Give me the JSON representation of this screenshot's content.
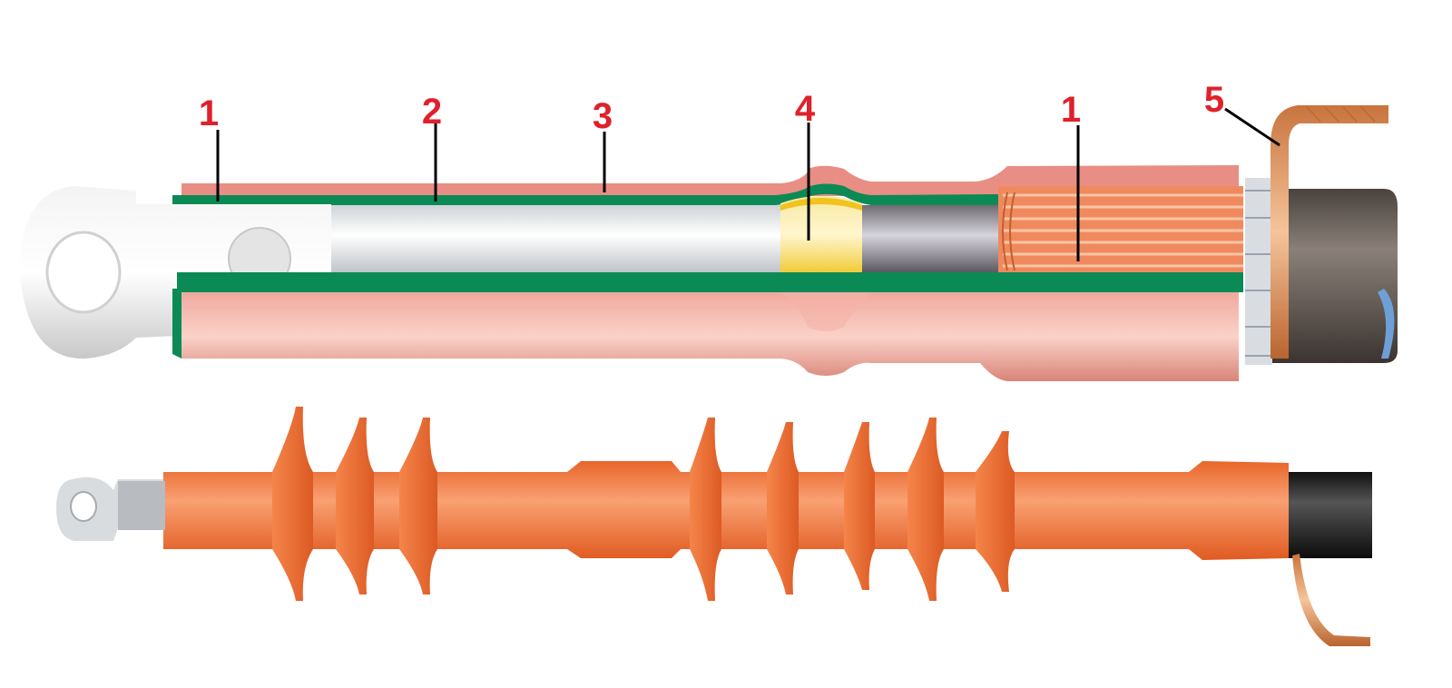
{
  "callout_color": "#e0202a",
  "colors": {
    "outer_sleeve": "#e28a80",
    "stress_layer": "#0b8a55",
    "insulation": "#dcdfe2",
    "filler": "#f2d338",
    "screen_wires": "#e07a50",
    "jacket": "#5a4f4a",
    "insulator_orange": "#f07c3c",
    "cable_black": "#1c1c1c"
  },
  "callouts": [
    {
      "id": "c1a",
      "label": "1"
    },
    {
      "id": "c2",
      "label": "2"
    },
    {
      "id": "c3",
      "label": "3"
    },
    {
      "id": "c4",
      "label": "4"
    },
    {
      "id": "c1b",
      "label": "1"
    },
    {
      "id": "c5",
      "label": "5"
    }
  ]
}
